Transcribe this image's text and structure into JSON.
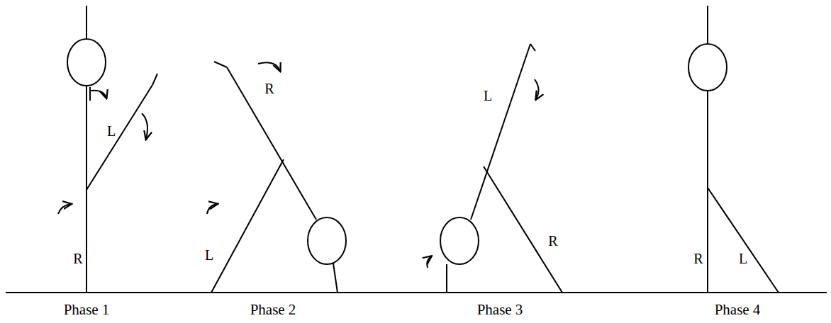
{
  "diagram": {
    "labels": [
      "L",
      "R",
      "R",
      "L",
      "L",
      "R",
      "R",
      "L",
      "Phase 1",
      "Phase 2",
      "Phase 3",
      "Phase 4"
    ]
  }
}
